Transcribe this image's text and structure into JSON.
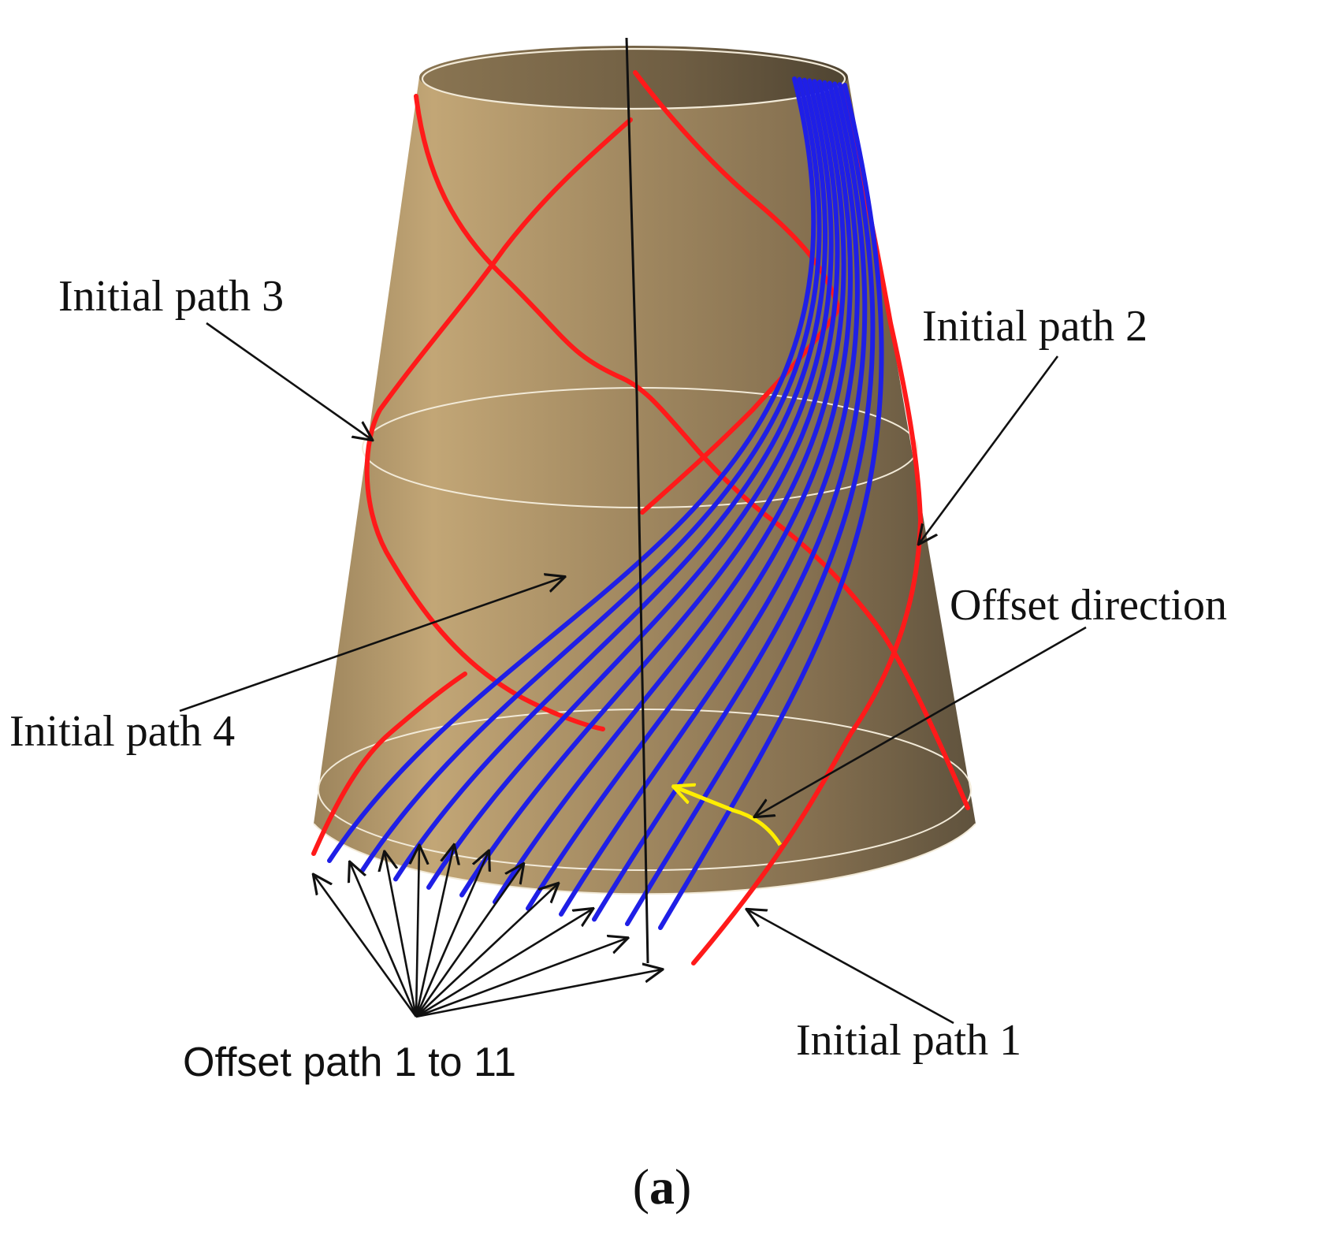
{
  "labels": {
    "initial_path_1": "Initial path 1",
    "initial_path_2": "Initial path 2",
    "initial_path_3": "Initial path 3",
    "initial_path_4": "Initial path 4",
    "offset_direction": "Offset direction",
    "offset_paths": "Offset path 1 to 11",
    "panel_open": "(",
    "panel_letter": "a",
    "panel_close": ")"
  },
  "colors": {
    "surface_light": "#c2a676",
    "surface_mid": "#a48b62",
    "surface_dark": "#5f523d",
    "initial_path": "#ff1a1a",
    "offset_path": "#1f1fe6",
    "offset_direction_arrow": "#ffee00",
    "axis_line": "#111111",
    "rings": "#f2ead8"
  },
  "offset_path_count": 11
}
